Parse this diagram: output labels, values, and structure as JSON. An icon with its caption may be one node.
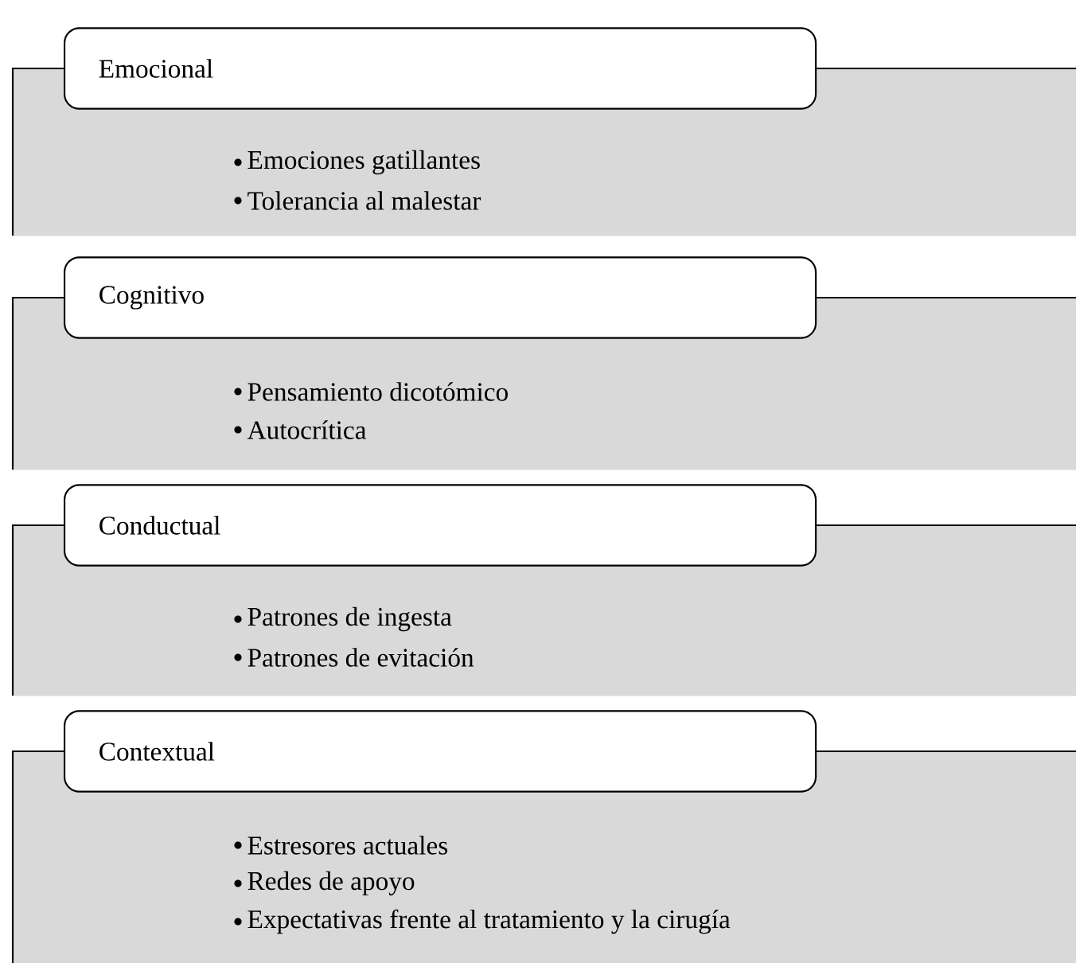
{
  "diagram": {
    "nodes": [
      {
        "text": [
          "Emocional",
          "Emociones gatillantes",
          "Tolerancia al malestar"
        ]
      },
      {
        "text": [
          "Cognitivo",
          "Pensamiento dicotómico",
          "Autocrítica"
        ]
      },
      {
        "text": [
          "Conductual",
          "Patrones de ingesta",
          "Patrones de evitación"
        ]
      },
      {
        "text": [
          "Contextual",
          "Estresores actuales",
          "Redes de apoyo",
          "Expectativas frente al tratamiento y la cirugía"
        ]
      }
    ]
  }
}
